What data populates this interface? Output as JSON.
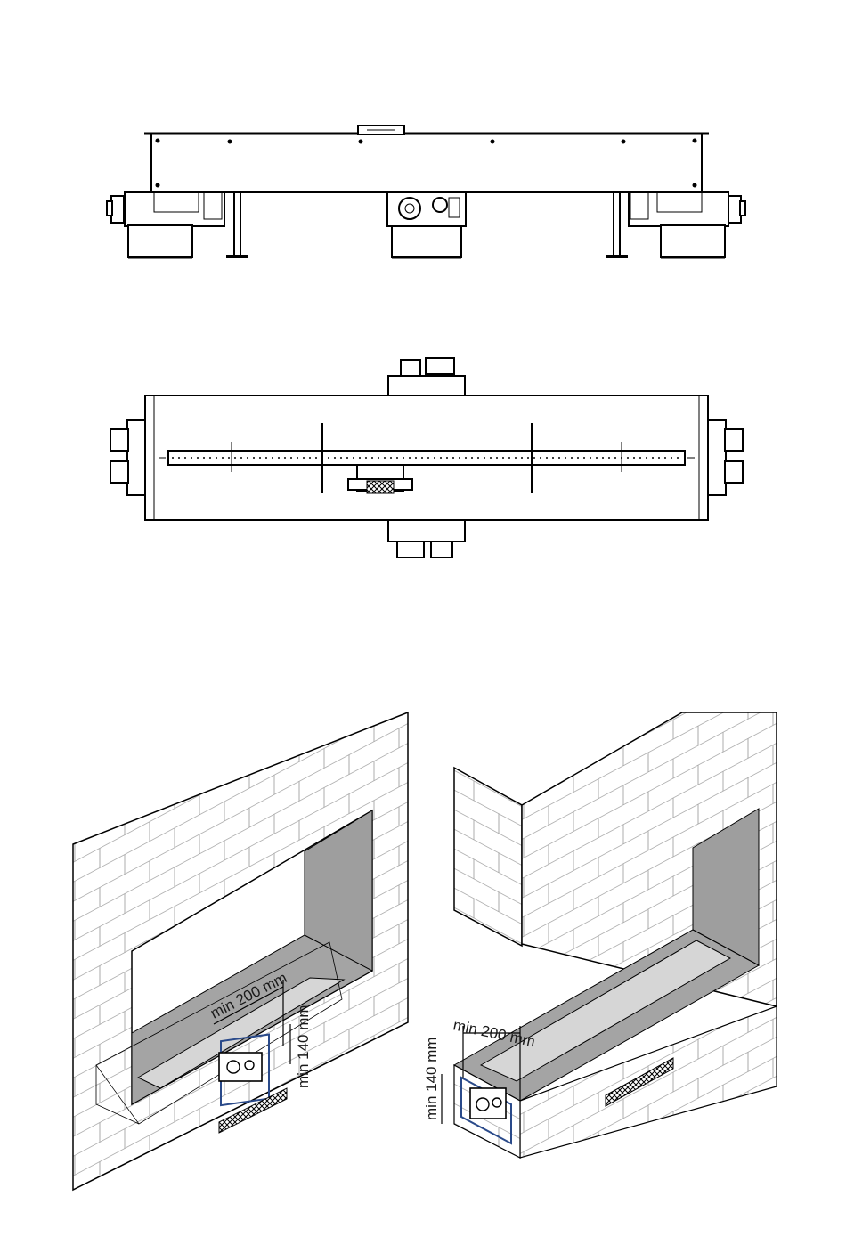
{
  "dimensions": {
    "left": {
      "horizontal": "min 200 mm",
      "vertical": "min 140 mm"
    },
    "right": {
      "horizontal": "min 200 mm",
      "vertical": "min 140 mm"
    }
  },
  "colors": {
    "line": "#000000",
    "brick": "#9a9a9a",
    "recess_dark": "#9e9e9e",
    "tray": "#d6d6d6",
    "access_frame": "#2a4a8a"
  }
}
